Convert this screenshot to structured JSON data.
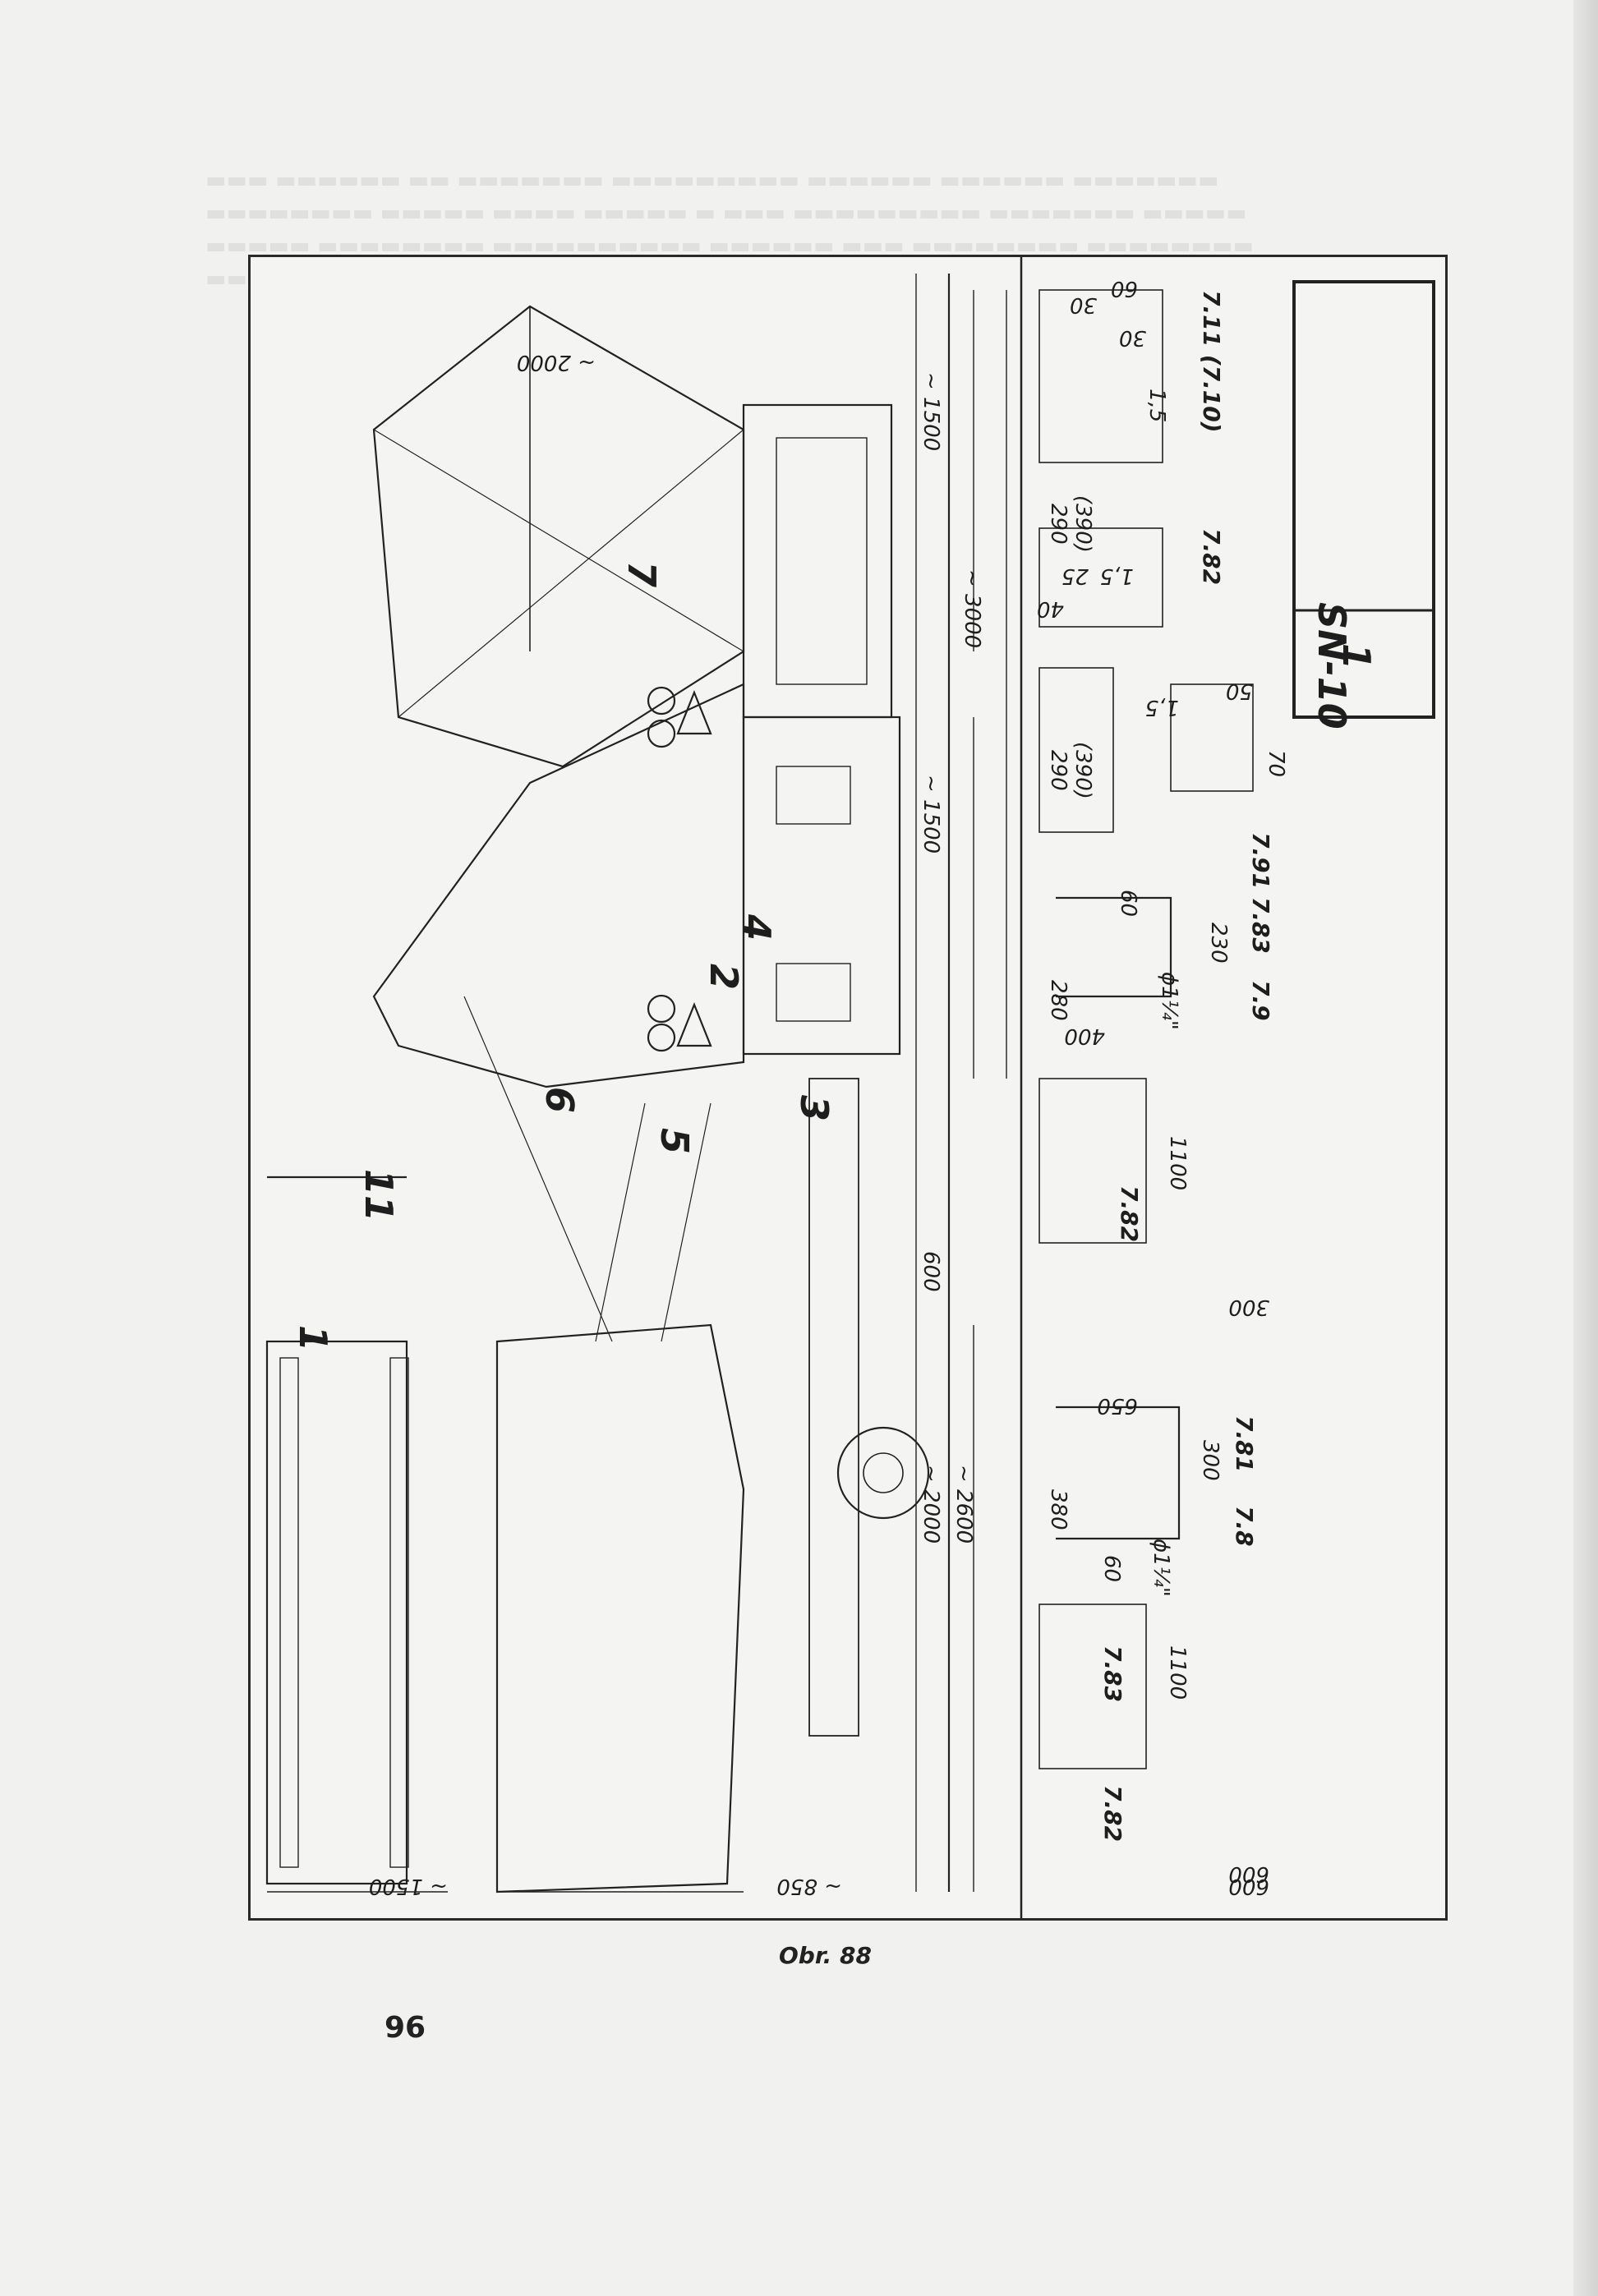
{
  "caption": "Obr. 88",
  "page_number": "96",
  "sign": {
    "code": "SN-10",
    "number": "1"
  },
  "part_numbers": [
    "1",
    "2",
    "3",
    "4",
    "5",
    "6",
    "7",
    "11"
  ],
  "dimensions": {
    "d2000_top": "~ 2000",
    "d1500_a": "~ 1500",
    "d3000": "~ 3000",
    "d1500_b": "~ 1500",
    "d600": "600",
    "d2000_b": "~ 2000",
    "d2600": "~ 2600",
    "d1500_bottom": "~ 1500",
    "d850": "~ 850",
    "d600_bottom": "600"
  },
  "detail_labels": {
    "d30a": "30",
    "d60": "60",
    "d30b": "30",
    "d290_a": "290",
    "d390_a": "(390)",
    "d15_a": "1,5",
    "d40": "40",
    "d25": "25",
    "d15_b": "1,5",
    "d290_b": "290",
    "d390_b": "(390)",
    "d15_c": "1,5",
    "d50": "50",
    "d70": "70",
    "d280": "280",
    "d60_b": "60",
    "d230": "230",
    "phi14": "ϕ1¼\"",
    "d400": "400",
    "d1100_a": "1100",
    "d300": "300",
    "d650": "650",
    "d380": "380",
    "d300_b": "300",
    "d60_c": "60",
    "phi14_b": "ϕ1¼\"",
    "d1100_b": "1100",
    "d600_c": "600"
  },
  "section_labels": {
    "s711": "7.11 (7.10)",
    "s782_a": "7.82",
    "s791": "7.91 7.83",
    "s79": "7.9",
    "s782_b": "7.82",
    "s781": "7.81",
    "s78": "7.8",
    "s783": "7.83",
    "s782_c": "7.82"
  }
}
